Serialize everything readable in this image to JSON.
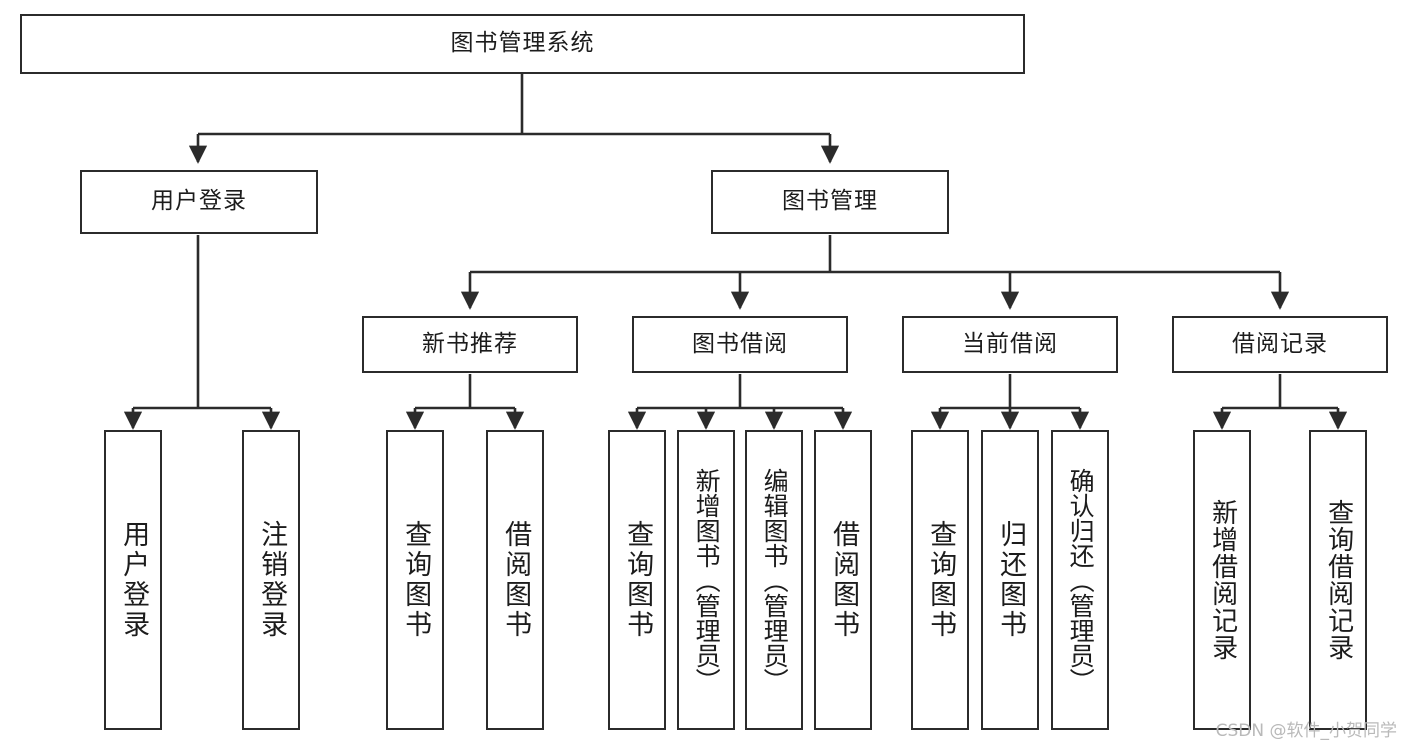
{
  "diagram": {
    "title": "图书管理系统",
    "type": "tree-hierarchy",
    "watermark": "CSDN @软件_小贺同学",
    "colors": {
      "border": "#2b2b2b",
      "background": "#ffffff",
      "text": "#1c1c1c",
      "watermark": "#b9b9b9"
    },
    "levels": {
      "root": {
        "label": "图书管理系统"
      },
      "level2": [
        {
          "label": "用户登录"
        },
        {
          "label": "图书管理"
        }
      ],
      "level3": [
        {
          "label": "新书推荐"
        },
        {
          "label": "图书借阅"
        },
        {
          "label": "当前借阅"
        },
        {
          "label": "借阅记录"
        }
      ],
      "leaves": {
        "user_login": [
          {
            "label": "用户登录"
          },
          {
            "label": "注销登录"
          }
        ],
        "new_book_recommend": [
          {
            "label": "查询图书"
          },
          {
            "label": "借阅图书"
          }
        ],
        "book_borrow": [
          {
            "label": "查询图书"
          },
          {
            "label": "新增图书（管理员）"
          },
          {
            "label": "编辑图书（管理员）"
          },
          {
            "label": "借阅图书"
          }
        ],
        "current_borrow": [
          {
            "label": "查询图书"
          },
          {
            "label": "归还图书"
          },
          {
            "label": "确认归还（管理员）"
          }
        ],
        "borrow_record": [
          {
            "label": "新增借阅记录"
          },
          {
            "label": "查询借阅记录"
          }
        ]
      }
    }
  }
}
